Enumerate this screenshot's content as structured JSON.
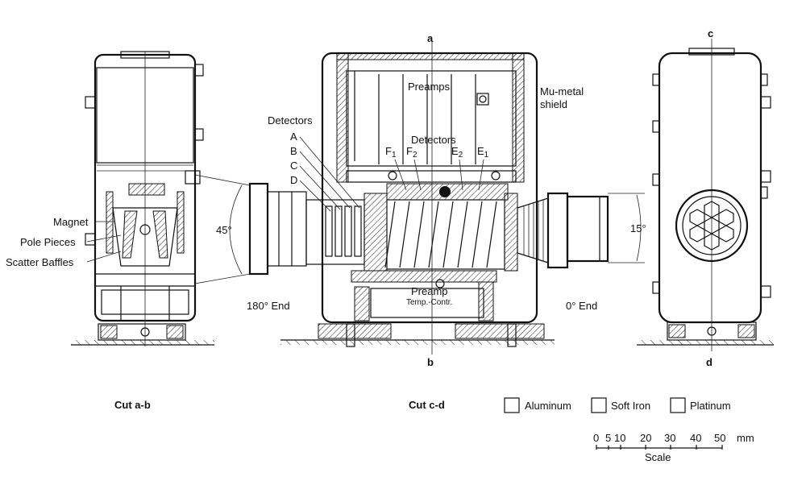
{
  "cut_labels": {
    "a": "a",
    "b": "b",
    "c": "c",
    "d": "d"
  },
  "left_view": {
    "magnet": "Magnet",
    "pole_pieces": "Pole Pieces",
    "scatter_baffles": "Scatter Baffles",
    "angle": "45°",
    "caption": "Cut a-b"
  },
  "center_view": {
    "detectors_left": "Detectors",
    "det_letters": [
      "A",
      "B",
      "C",
      "D"
    ],
    "preamps": "Preamps",
    "detectors_inner": "Detectors",
    "f1": "F",
    "f1_sub": "1",
    "f2": "F",
    "f2_sub": "2",
    "e2": "E",
    "e2_sub": "2",
    "e1": "E",
    "e1_sub": "1",
    "mu_metal": "Mu-metal",
    "shield": "shield",
    "preamp": "Preamp",
    "temp_contr": "Temp.-Contr.",
    "end_180": "180° End",
    "end_0": "0° End",
    "caption": "Cut c-d"
  },
  "right_view": {
    "angle": "15°"
  },
  "legend": {
    "aluminum": "Aluminum",
    "soft_iron": "Soft Iron",
    "platinum": "Platinum"
  },
  "scale": {
    "ticks": [
      "0",
      "5",
      "10",
      "20",
      "30",
      "40",
      "50"
    ],
    "unit": "mm",
    "label": "Scale"
  }
}
